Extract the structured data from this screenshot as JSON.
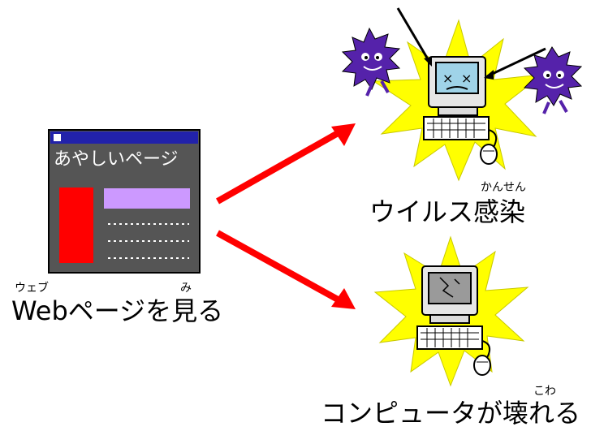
{
  "web_window": {
    "title": "あやしいページ",
    "colors": {
      "frame": "#555555",
      "titlebar": "#2222aa",
      "side_block": "#ff0000",
      "banner": "#cc99ff",
      "dots": "#ffffff"
    }
  },
  "captions": {
    "left_main": "Webページを見る",
    "left_ruby_web": "ウェブ",
    "left_ruby_mi": "み",
    "top_right_main": "ウイルス感染",
    "top_right_ruby": "かんせん",
    "bottom_right_main": "コンピュータが壊れる",
    "bottom_right_ruby": "こわ"
  },
  "icons": {
    "arrow": "red-arrow-icon",
    "virus": "virus-monster-icon",
    "infected_computer": "infected-computer-icon",
    "broken_computer": "broken-computer-icon",
    "burst": "yellow-burst-icon"
  },
  "colors": {
    "arrow": "#ff0000",
    "burst": "#ffff00",
    "virus": "#5522aa",
    "screen": "#c8c8c8"
  }
}
